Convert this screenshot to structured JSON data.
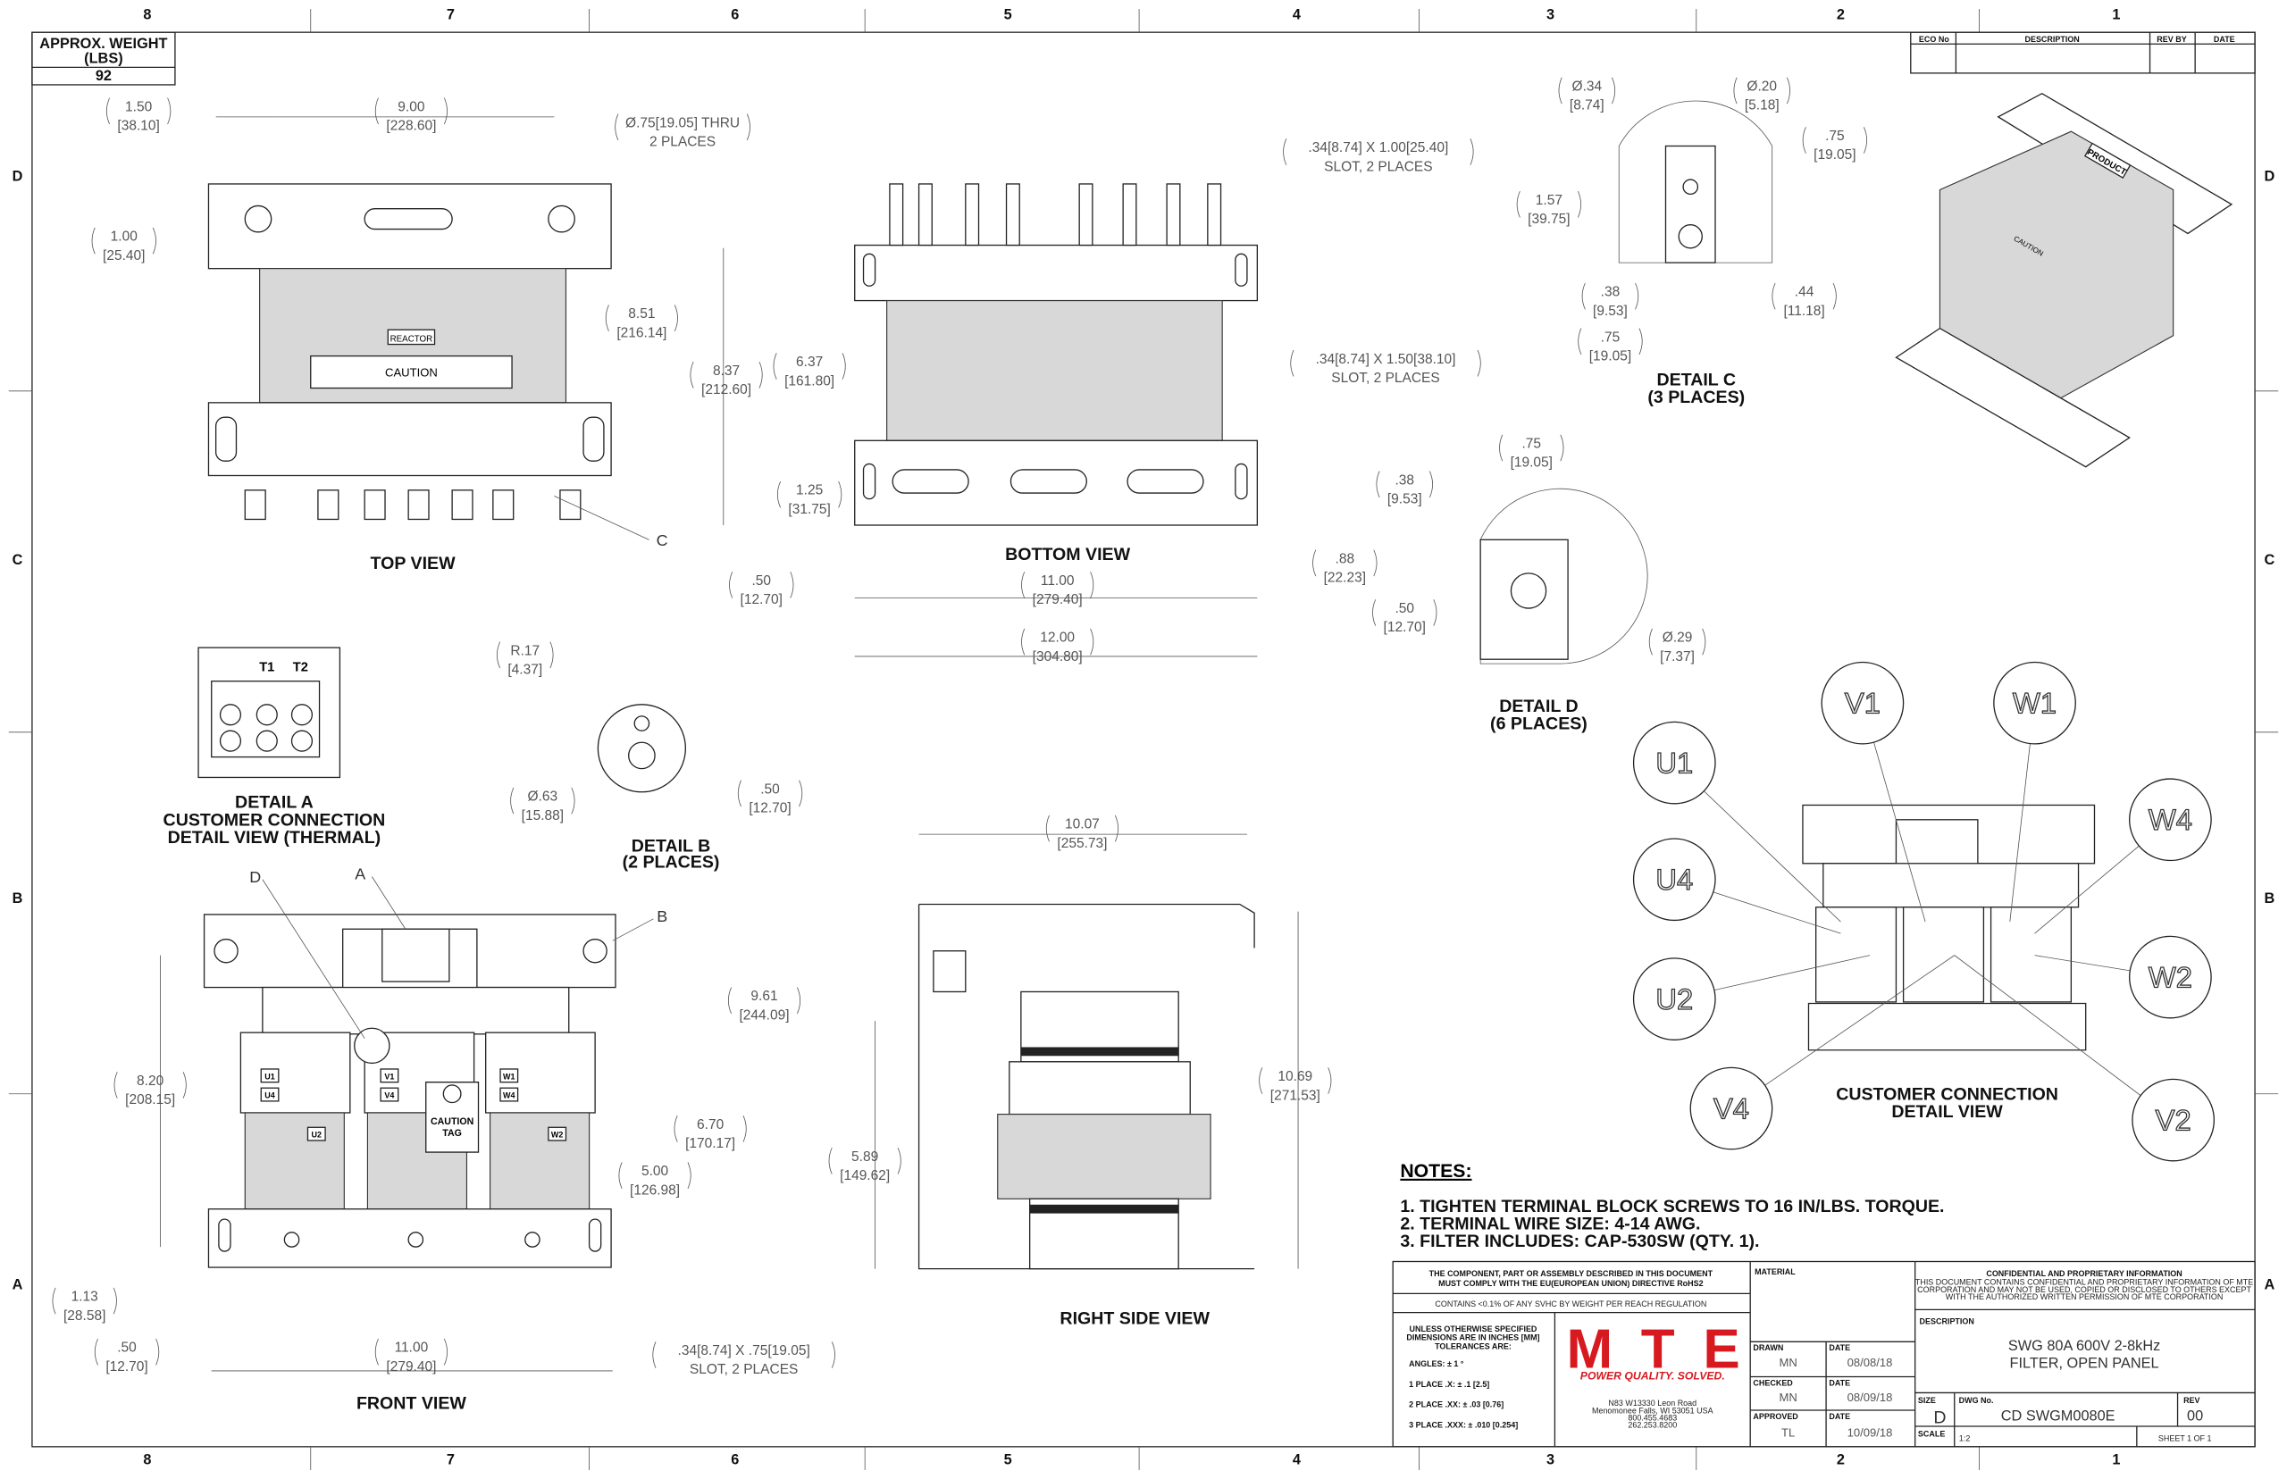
{
  "border": {
    "columns": [
      "8",
      "7",
      "6",
      "5",
      "4",
      "3",
      "2",
      "1"
    ],
    "rows": [
      "D",
      "C",
      "B",
      "A"
    ]
  },
  "weight": {
    "label_line1": "APPROX. WEIGHT",
    "label_line2": "(LBS)",
    "value": "92"
  },
  "revision_table": {
    "headers": [
      "ECO No",
      "DESCRIPTION",
      "REV BY",
      "DATE"
    ]
  },
  "top_view": {
    "title": "TOP VIEW",
    "reactor_label": "REACTOR",
    "caution_label": "CAUTION",
    "callout_c": "C",
    "dims": [
      [
        "1.50",
        "[38.10]"
      ],
      [
        "9.00",
        "[228.60]"
      ],
      [
        "Ø.75[19.05] THRU",
        "2 PLACES"
      ],
      [
        "1.00",
        "[25.40]"
      ],
      [
        "8.51",
        "[216.14]"
      ]
    ]
  },
  "bottom_view": {
    "title": "BOTTOM VIEW",
    "dims": [
      [
        ".34[8.74] X 1.00[25.40]",
        "SLOT, 2 PLACES"
      ],
      [
        "8.37",
        "[212.60]"
      ],
      [
        "6.37",
        "[161.80]"
      ],
      [
        ".34[8.74] X 1.50[38.10]",
        "SLOT, 2 PLACES"
      ],
      [
        "1.25",
        "[31.75]"
      ],
      [
        ".50",
        "[12.70]"
      ],
      [
        "11.00",
        "[279.40]"
      ],
      [
        "12.00",
        "[304.80]"
      ]
    ]
  },
  "detail_c": {
    "title": "DETAIL C",
    "subtitle": "(3 PLACES)",
    "dims": [
      [
        "Ø.34",
        "[8.74]"
      ],
      [
        "Ø.20",
        "[5.18]"
      ],
      [
        ".75",
        "[19.05]"
      ],
      [
        "1.57",
        "[39.75]"
      ],
      [
        ".38",
        "[9.53]"
      ],
      [
        ".75",
        "[19.05]"
      ],
      [
        ".44",
        "[11.18]"
      ]
    ]
  },
  "detail_d": {
    "title": "DETAIL D",
    "subtitle": "(6 PLACES)",
    "dims": [
      [
        ".75",
        "[19.05]"
      ],
      [
        ".38",
        "[9.53]"
      ],
      [
        ".88",
        "[22.23]"
      ],
      [
        ".50",
        "[12.70]"
      ],
      [
        "Ø.29",
        "[7.37]"
      ]
    ]
  },
  "detail_a": {
    "title": "DETAIL A",
    "line2": "CUSTOMER CONNECTION",
    "line3": "DETAIL VIEW (THERMAL)",
    "t1": "T1",
    "t2": "T2"
  },
  "detail_b": {
    "title": "DETAIL B",
    "subtitle": "(2 PLACES)",
    "dims": [
      [
        "R.17",
        "[4.37]"
      ],
      [
        "Ø.63",
        "[15.88]"
      ],
      [
        ".50",
        "[12.70]"
      ]
    ]
  },
  "front_view": {
    "title": "FRONT VIEW",
    "callouts": {
      "d": "D",
      "a": "A",
      "b": "B"
    },
    "caution_tag": [
      "CAUTION",
      "TAG"
    ],
    "terminals": [
      "U1",
      "U4",
      "U2",
      "V1",
      "V4",
      "W1",
      "W4",
      "W2"
    ],
    "dims": [
      [
        "9.61",
        "[244.09]"
      ],
      [
        "8.20",
        "[208.15]"
      ],
      [
        "6.70",
        "[170.17]"
      ],
      [
        "5.00",
        "[126.98]"
      ],
      [
        "1.13",
        "[28.58]"
      ],
      [
        ".50",
        "[12.70]"
      ],
      [
        "11.00",
        "[279.40]"
      ],
      [
        ".34[8.74] X .75[19.05]",
        "SLOT, 2 PLACES"
      ]
    ]
  },
  "right_side_view": {
    "title": "RIGHT SIDE VIEW",
    "dims": [
      [
        "10.07",
        "[255.73]"
      ],
      [
        "10.69",
        "[271.53]"
      ],
      [
        "5.89",
        "[149.62]"
      ]
    ]
  },
  "isometric": {
    "product_label": "PRODUCT",
    "caution_label": "CAUTION"
  },
  "customer_connection": {
    "title": "CUSTOMER CONNECTION",
    "subtitle": "DETAIL VIEW",
    "bubbles": [
      "U1",
      "V1",
      "W1",
      "U4",
      "W4",
      "U2",
      "W2",
      "V4",
      "V2"
    ]
  },
  "notes": {
    "heading": "NOTES:",
    "items": [
      "1.  TIGHTEN TERMINAL BLOCK SCREWS TO 16 IN/LBS. TORQUE.",
      "2.  TERMINAL WIRE SIZE: 4-14 AWG.",
      "3.  FILTER INCLUDES: CAP-530SW (QTY. 1)."
    ]
  },
  "title_block": {
    "rohs_line1": "THE COMPONENT, PART OR ASSEMBLY DESCRIBED IN THIS DOCUMENT",
    "rohs_line2": "MUST COMPLY WITH THE EU(EUROPEAN UNION) DIRECTIVE RoHS2",
    "reach": "CONTAINS <0.1% OF ANY SVHC BY WEIGHT PER REACH REGULATION",
    "tol_line1": "UNLESS OTHERWISE SPECIFIED",
    "tol_line2": "DIMENSIONS ARE IN INCHES [MM]",
    "tol_line3": "TOLERANCES ARE:",
    "angles": "ANGLES: ± 1 °",
    "one_place": "1 PLACE .X: ± .1 [2.5]",
    "two_place": "2 PLACE .XX: ± .03 [0.76]",
    "three_place": "3 PLACE .XXX: ± .010 [0.254]",
    "logo_text": "MTE",
    "tagline": "POWER QUALITY. SOLVED.",
    "address": [
      "N83 W13330 Leon Road",
      "Menomonee Falls, WI 53051 USA",
      "800.455.4683",
      "262.253.8200"
    ],
    "material_label": "MATERIAL",
    "drawn_label": "DRAWN",
    "drawn_by": "MN",
    "drawn_date_label": "DATE",
    "drawn_date": "08/08/18",
    "checked_label": "CHECKED",
    "checked_by": "MN",
    "checked_date_label": "DATE",
    "checked_date": "08/09/18",
    "approved_label": "APPROVED",
    "approved_by": "TL",
    "approved_date_label": "DATE",
    "approved_date": "10/09/18",
    "confidential_title": "CONFIDENTIAL AND PROPRIETARY INFORMATION",
    "confidential_lines": [
      "THIS DOCUMENT CONTAINS CONFIDENTIAL AND PROPRIETARY INFORMATION OF MTE",
      "CORPORATION AND MAY NOT BE USED, COPIED OR DISCLOSED TO OTHERS EXCEPT",
      "WITH THE AUTHORIZED WRITTEN PERMISSION OF MTE CORPORATION"
    ],
    "description_label": "DESCRIPTION",
    "description_line1": "SWG 80A 600V 2-8kHz",
    "description_line2": "FILTER, OPEN PANEL",
    "size_label": "SIZE",
    "size": "D",
    "dwg_label": "DWG No.",
    "dwg_no": "CD SWGM0080E",
    "rev_label": "REV",
    "rev": "00",
    "scale_label": "SCALE",
    "scale": "1:2",
    "sheet": "SHEET 1  OF 1"
  },
  "colors": {
    "brand_red": "#d71920"
  }
}
